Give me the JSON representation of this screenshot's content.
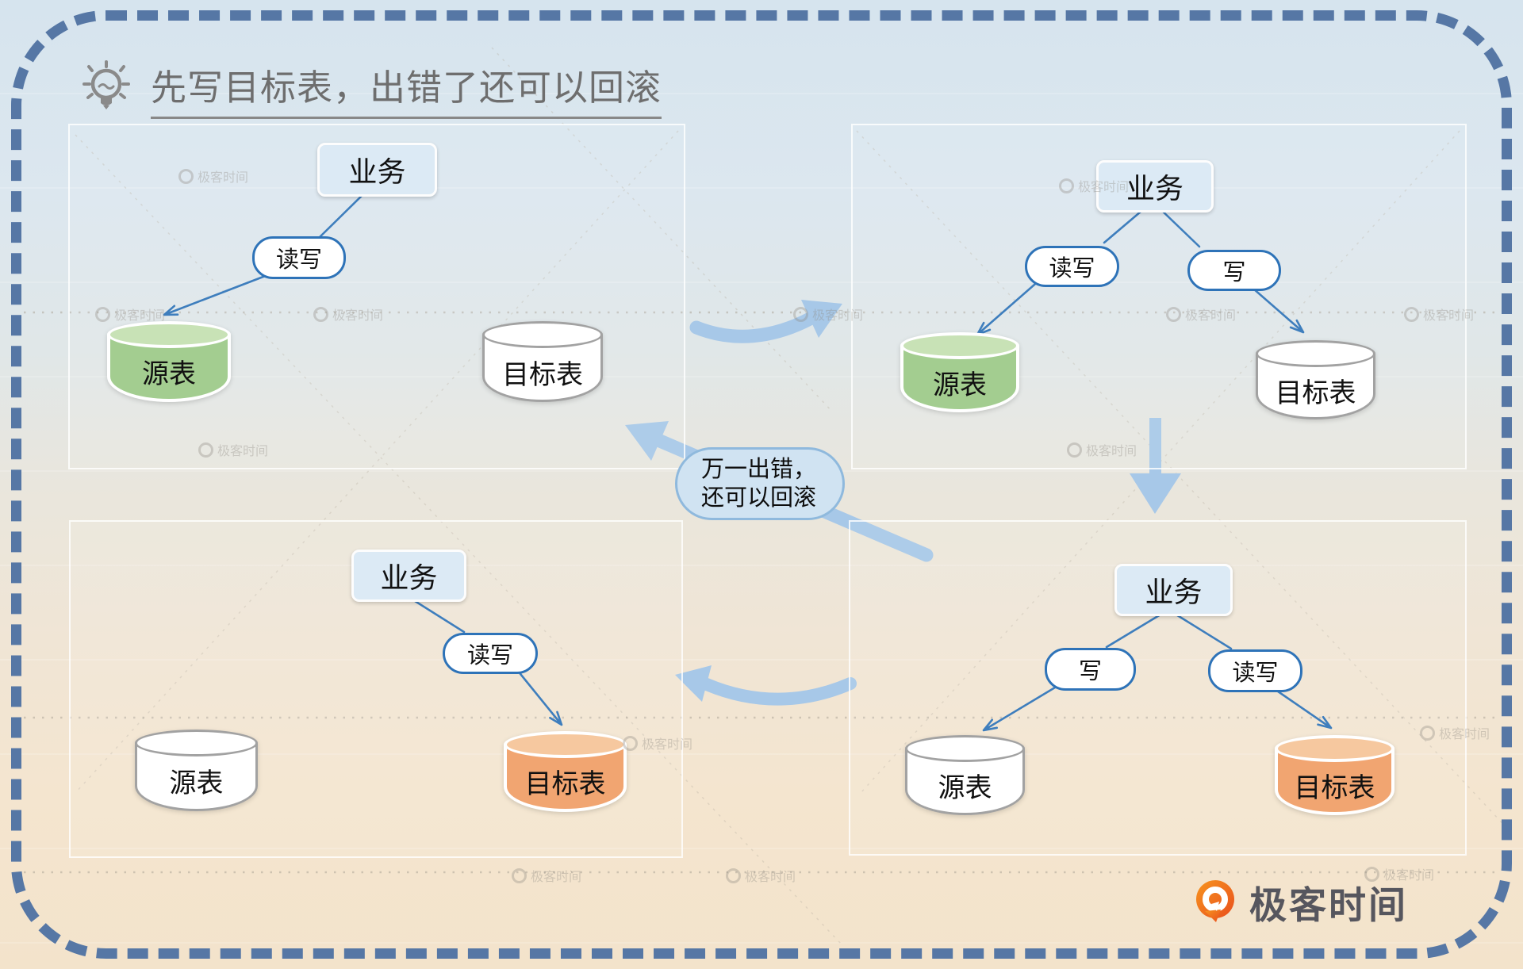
{
  "title": {
    "text": "先写目标表，出错了还可以回滚"
  },
  "panels": {
    "top_left": {
      "business": "业务",
      "read_write": "读写",
      "source": "源表",
      "target": "目标表"
    },
    "top_right": {
      "business": "业务",
      "read_write": "读写",
      "write": "写",
      "source": "源表",
      "target": "目标表"
    },
    "bottom_right": {
      "business": "业务",
      "write": "写",
      "read_write": "读写",
      "source": "源表",
      "target": "目标表"
    },
    "bottom_left": {
      "business": "业务",
      "read_write": "读写",
      "source": "源表",
      "target": "目标表"
    }
  },
  "rollback_note": {
    "line1": "万一出错，",
    "line2": "还可以回滚"
  },
  "watermark": {
    "text": "极客时间"
  },
  "logo": {
    "text": "极客时间"
  },
  "colors": {
    "source_table_green": "#a3cd90",
    "source_table_green_top": "#c8e2b6",
    "target_table_orange": "#f1a571",
    "target_table_orange_top": "#f6c89f",
    "business_box_blue": "#dceaf5",
    "connector_blue": "#2e73b8",
    "thick_arrow_blue": "#a7c8e8",
    "note_fill": "#d0e3f2",
    "dashed_border": "#5677a5",
    "logo_orange": "#ee6c2a"
  }
}
